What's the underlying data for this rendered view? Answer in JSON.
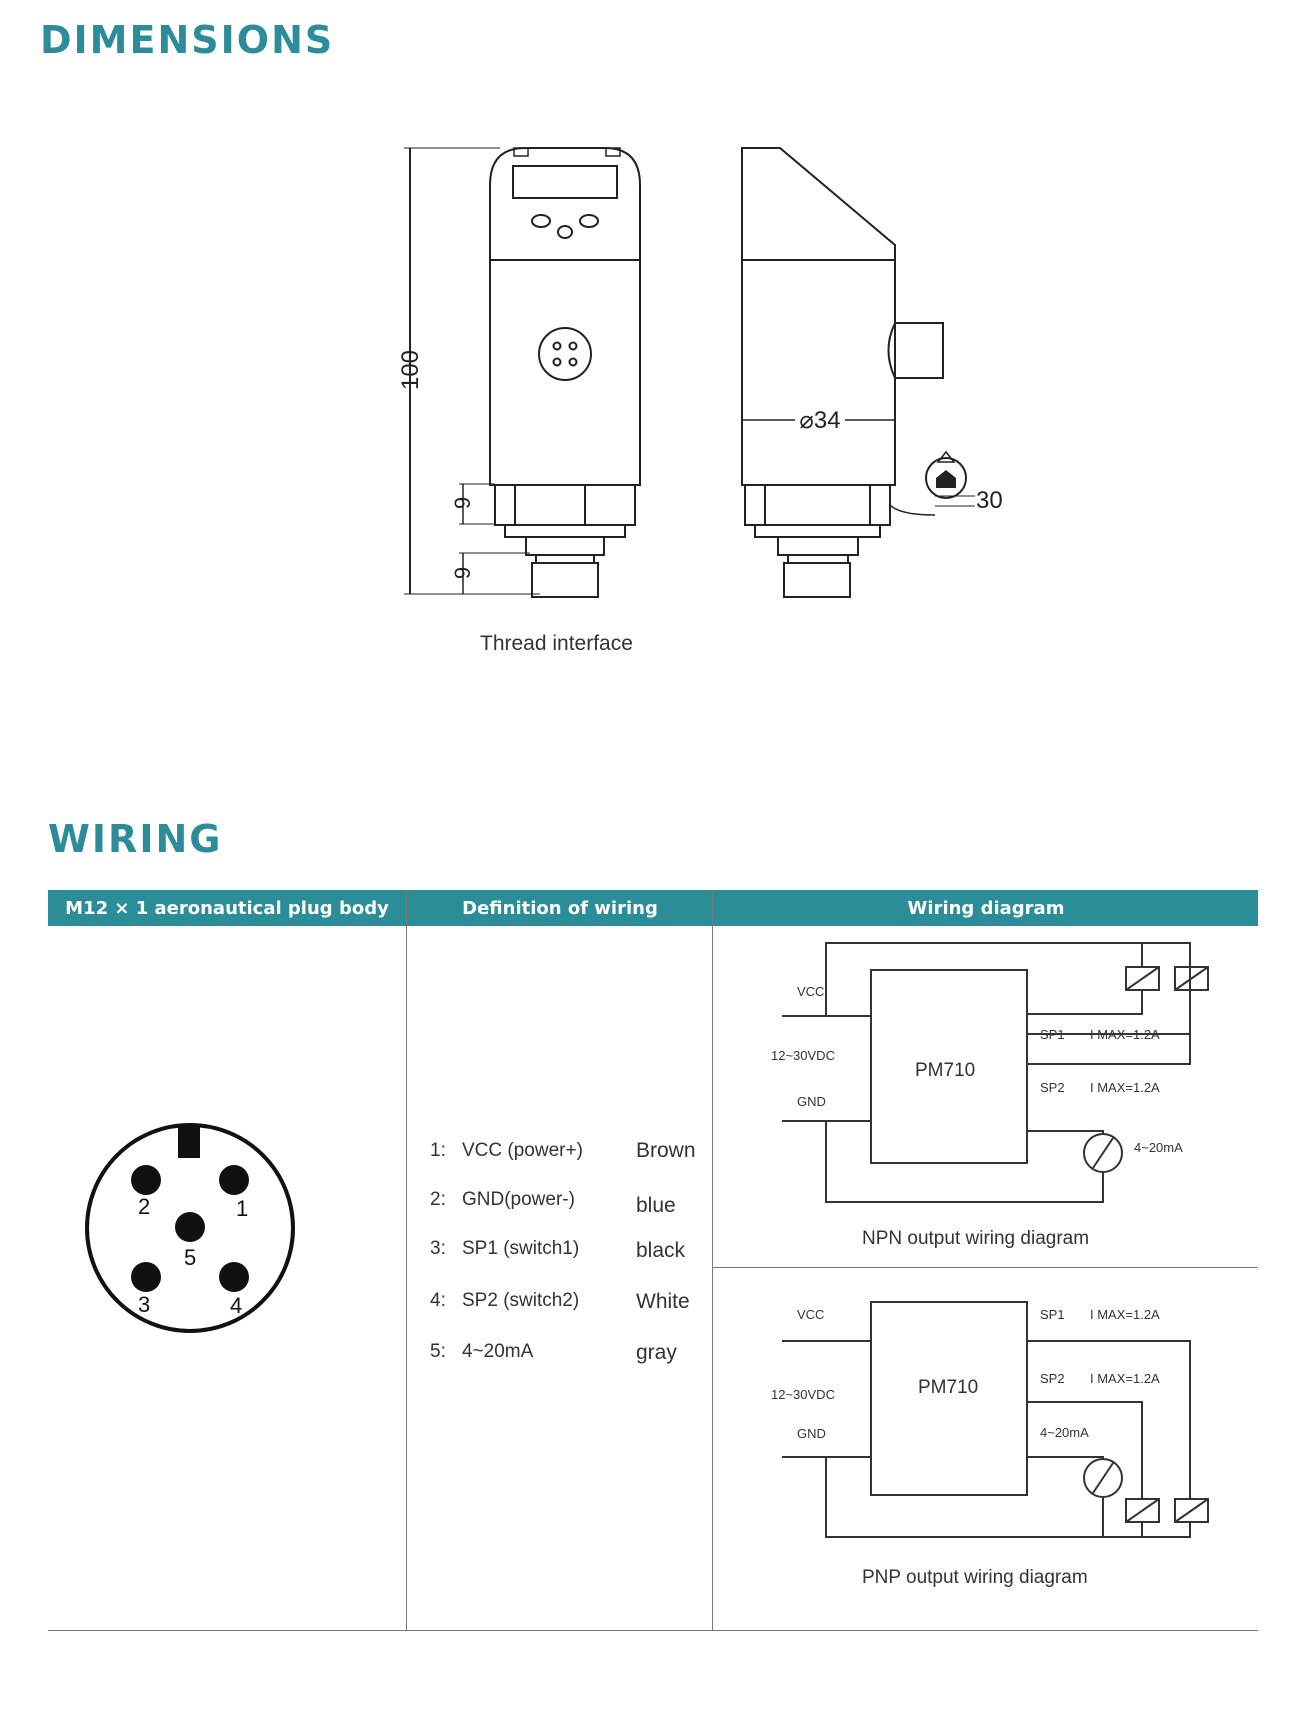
{
  "dimensions": {
    "title": "DIMENSIONS",
    "height_label": "100",
    "diameter_label": "⌀34",
    "wrench_label": "30",
    "thread_upper_label": "9",
    "thread_lower_label": "9",
    "thread_caption": "Thread interface"
  },
  "wiring": {
    "title": "WIRING",
    "headers": [
      "M12 × 1 aeronautical plug body",
      "Definition of wiring",
      "Wiring diagram"
    ],
    "pins": [
      "1",
      "2",
      "3",
      "4",
      "5"
    ],
    "definitions": [
      {
        "num": "1:",
        "def": "VCC (power+)",
        "color": "Brown"
      },
      {
        "num": "2:",
        "def": "GND(power-)",
        "color": "blue"
      },
      {
        "num": "3:",
        "def": "SP1 (switch1)",
        "color": "black"
      },
      {
        "num": "4:",
        "def": "SP2 (switch2)",
        "color": "White"
      },
      {
        "num": "5:",
        "def": "4~20mA",
        "color": "gray"
      }
    ],
    "npn": {
      "model": "PM710",
      "vcc": "VCC",
      "supply": "12~30VDC",
      "gnd": "GND",
      "sp1": "SP1",
      "sp2": "SP2",
      "imax1": "I MAX=1.2A",
      "imax2": "I MAX=1.2A",
      "analog": "4~20mA",
      "caption": "NPN output wiring diagram"
    },
    "pnp": {
      "model": "PM710",
      "vcc": "VCC",
      "supply": "12~30VDC",
      "gnd": "GND",
      "sp1": "SP1",
      "sp2": "SP2",
      "imax1": "I MAX=1.2A",
      "imax2": "I MAX=1.2A",
      "analog": "4~20mA",
      "caption": "PNP output wiring diagram"
    }
  }
}
